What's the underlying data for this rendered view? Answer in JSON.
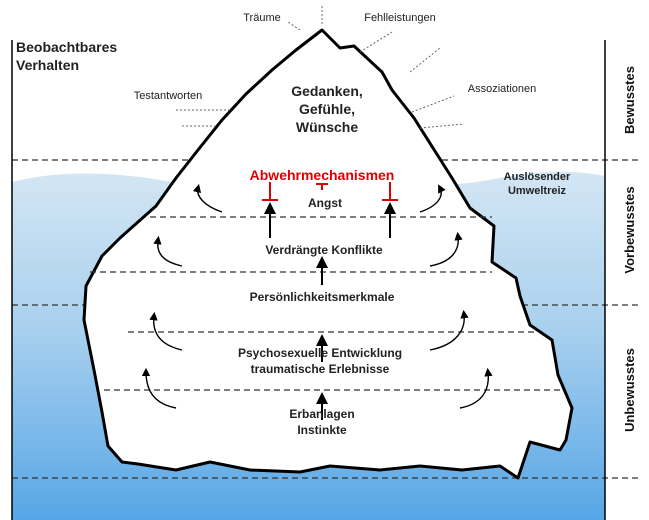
{
  "colors": {
    "water_top": "#c9e0f2",
    "water_bottom": "#5aa9e6",
    "iceberg_fill": "#ffffff",
    "outline": "#000000",
    "accent_red": "#e00000",
    "dash": "#333333"
  },
  "labels": {
    "observable": [
      "Beobachtbares",
      "Verhalten"
    ],
    "traeume": "Träume",
    "fehlleistungen": "Fehlleistungen",
    "testantworten": "Testantworten",
    "assoziationen": "Assoziationen",
    "tip": [
      "Gedanken,",
      "Gefühle,",
      "Wünsche"
    ],
    "abwehr": "Abwehrmechanismen",
    "angst": "Angst",
    "trigger": [
      "Auslösender",
      "Umweltreiz"
    ],
    "verdraengt": "Verdrängte Konflikte",
    "persoenlichkeit": "Persönlichkeitsmerkmale",
    "psychosexuell": [
      "Psychosexuelle Entwicklung",
      "traumatische Erlebnisse"
    ],
    "erbanlagen": [
      "Erbanlagen",
      "Instinkte"
    ]
  },
  "levels": {
    "bewusstes": "Bewusstes",
    "vorbewusstes": "Vorbewusstes",
    "unbewusstes": "Unbewusstes"
  },
  "icons": [
    "up-arrow-icon",
    "curved-arrow-icon",
    "t-bar-icon"
  ]
}
